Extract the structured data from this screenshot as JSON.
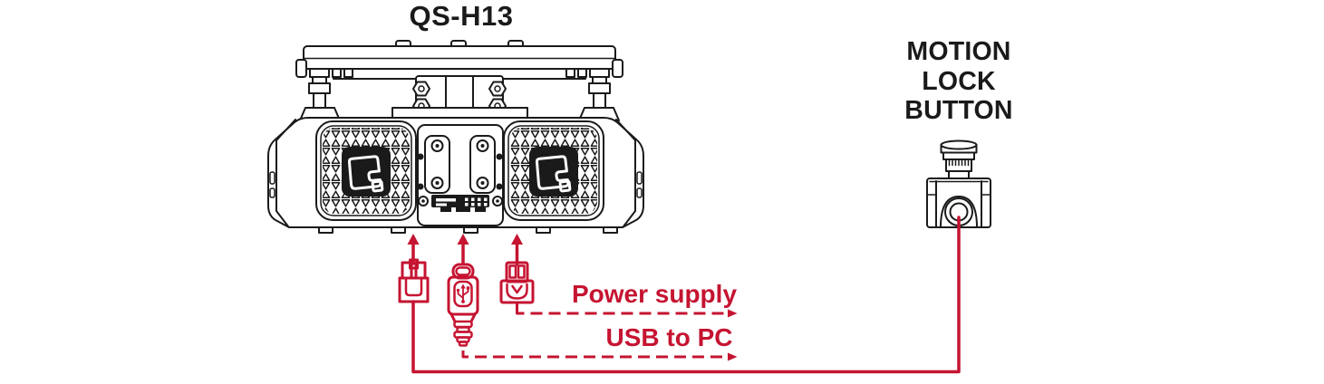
{
  "diagram": {
    "device_title": "QS-H13",
    "motion_lock_label": "MOTION\nLOCK\nBUTTON",
    "power_supply_label": "Power supply",
    "usb_to_pc_label": "USB to PC"
  },
  "colors": {
    "connection_red": "#C51431",
    "line_art_ink": "#1A1A1A",
    "background": "#FFFFFF"
  },
  "icons": [
    "qs-h13-device-line-art",
    "motion-lock-estop-button-icon",
    "two-pin-plug-icon",
    "usb-c-plug-icon",
    "power-plug-icon",
    "up-arrow-icon",
    "dashed-arrow-icon"
  ]
}
